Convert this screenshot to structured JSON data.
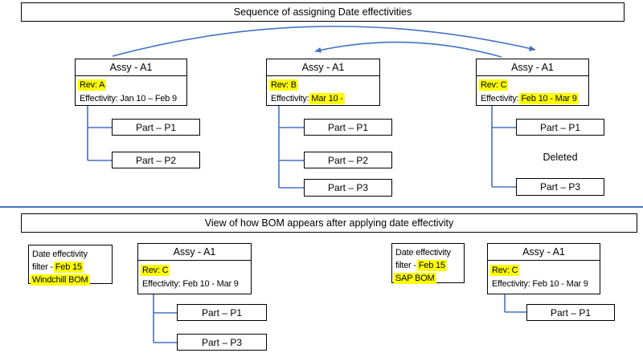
{
  "colors": {
    "accent": "#4472C4",
    "highlight": "#FFFF00"
  },
  "top": {
    "banner": "Sequence of assigning Date effectivities",
    "assemblies": [
      {
        "title": "Assy - A1",
        "rev": "Rev: A",
        "eff_plain": "Effectivity: Jan 10 – Feb 9",
        "eff_hl": ""
      },
      {
        "title": "Assy - A1",
        "rev": "Rev: B",
        "eff_plain": "Effectivity: ",
        "eff_hl": "Mar 10 -"
      },
      {
        "title": "Assy - A1",
        "rev": "Rev: C",
        "eff_plain": "Effectivity: ",
        "eff_hl": "Feb 10 - Mar 9"
      }
    ],
    "tree1_parts": [
      "Part – P1",
      "Part – P2"
    ],
    "tree2_parts": [
      "Part – P1",
      "Part – P2",
      "Part – P3"
    ],
    "tree3_part_top": "Part – P1",
    "tree3_deleted": "Deleted",
    "tree3_part_bottom": "Part – P3"
  },
  "bottom": {
    "banner": "View of how BOM appears after applying date effectivity",
    "windchill_filter": {
      "line1": "Date effectivity",
      "line2_plain": "filter - ",
      "line2_hl": "Feb 15",
      "line3_hl": "Windchill BOM"
    },
    "sap_filter": {
      "line1": "Date effectivity",
      "line2_plain": "filter - ",
      "line2_hl": "Feb 15",
      "line3_hl": "SAP BOM"
    },
    "assemblies": [
      {
        "title": "Assy - A1",
        "rev": "Rev: C",
        "eff_plain": "Effectivity: Feb 10 - Mar 9",
        "eff_hl": ""
      },
      {
        "title": "Assy - A1",
        "rev": "Rev: C",
        "eff_plain": "Effectivity: Feb 10 - Mar 9",
        "eff_hl": ""
      }
    ],
    "tree1_parts": [
      "Part – P1",
      "Part – P3"
    ],
    "tree2_parts": [
      "Part – P1"
    ]
  }
}
